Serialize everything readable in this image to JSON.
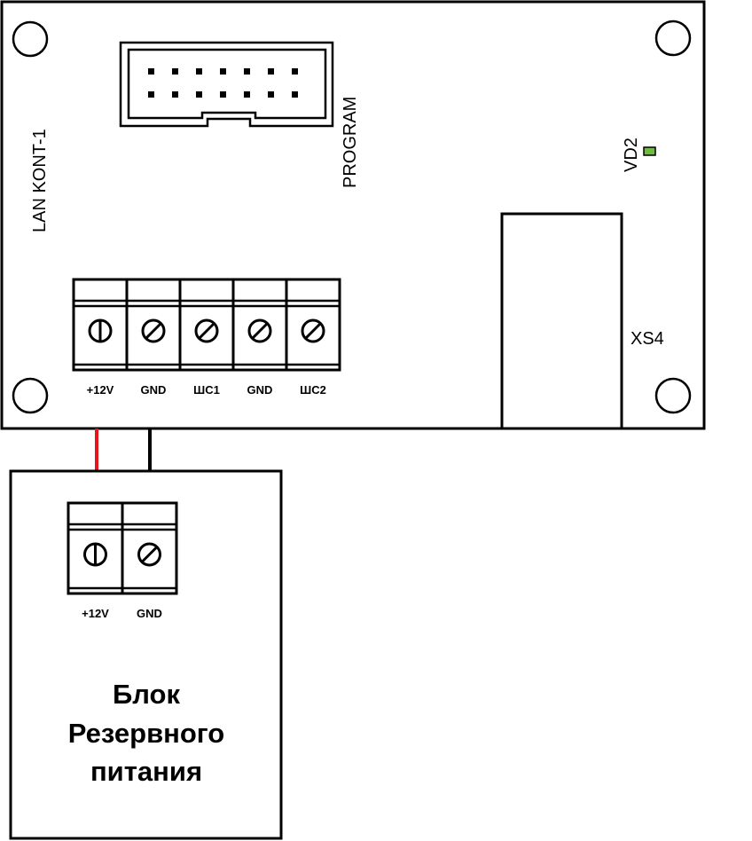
{
  "board": {
    "name": "LAN KONT-1",
    "program_label": "PROGRAM",
    "led_label": "VD2",
    "led_color": "#6bbf3a",
    "connector_label": "XS4",
    "terminals": [
      "+12V",
      "GND",
      "ШС1",
      "GND",
      "ШС2"
    ]
  },
  "psu": {
    "terminals": [
      "+12V",
      "GND"
    ],
    "title_lines": [
      "Блок",
      "Резервного",
      "питания"
    ]
  },
  "wires": {
    "positive_color": "#e8141c",
    "ground_color": "#000000"
  }
}
